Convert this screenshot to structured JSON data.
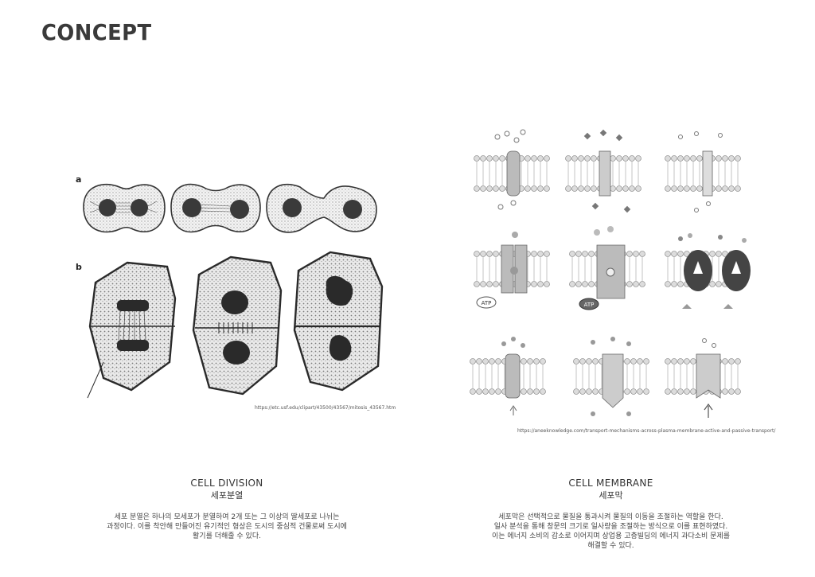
{
  "page": {
    "title": "CONCEPT"
  },
  "figures": {
    "cell_division": {
      "panel_a": "a",
      "panel_b": "b",
      "credit": "https://etc.usf.edu/clipart/43500/43567/mitosis_43567.htm"
    },
    "cell_membrane": {
      "credit": "https://aneeknowledge.com/transport-mechanisms-across-plasma-membrane-active-and-passive-transport/",
      "atp_label": "ATP"
    }
  },
  "sections": {
    "cell_division": {
      "title": "CELL DIVISION",
      "subtitle": "세포분열",
      "body_lines": [
        "세포 분열은 하나의 모세포가 분열하여 2개 또는 그 이상의 딸세포로 나뉘는",
        "과정이다. 이를 착안해 만들어진 유기적인 형상은 도시의 중심적 건물로써 도시에",
        "활기를 더해줄 수 있다."
      ]
    },
    "cell_membrane": {
      "title": "CELL MEMBRANE",
      "subtitle": "세포막",
      "body_lines": [
        "세포막은 선택적으로 물질을 통과시켜 물질의 이동을 조절하는 역할을 한다.",
        "일사 분석을 통해 창문의 크기로 일사량을 조절하는 방식으로 이를 표현하였다.",
        "이는 에너지 소비의 감소로 이어지며 상업용 고층빌딩의 에너지 과다소비 문제를",
        "해결할 수 있다."
      ]
    }
  }
}
